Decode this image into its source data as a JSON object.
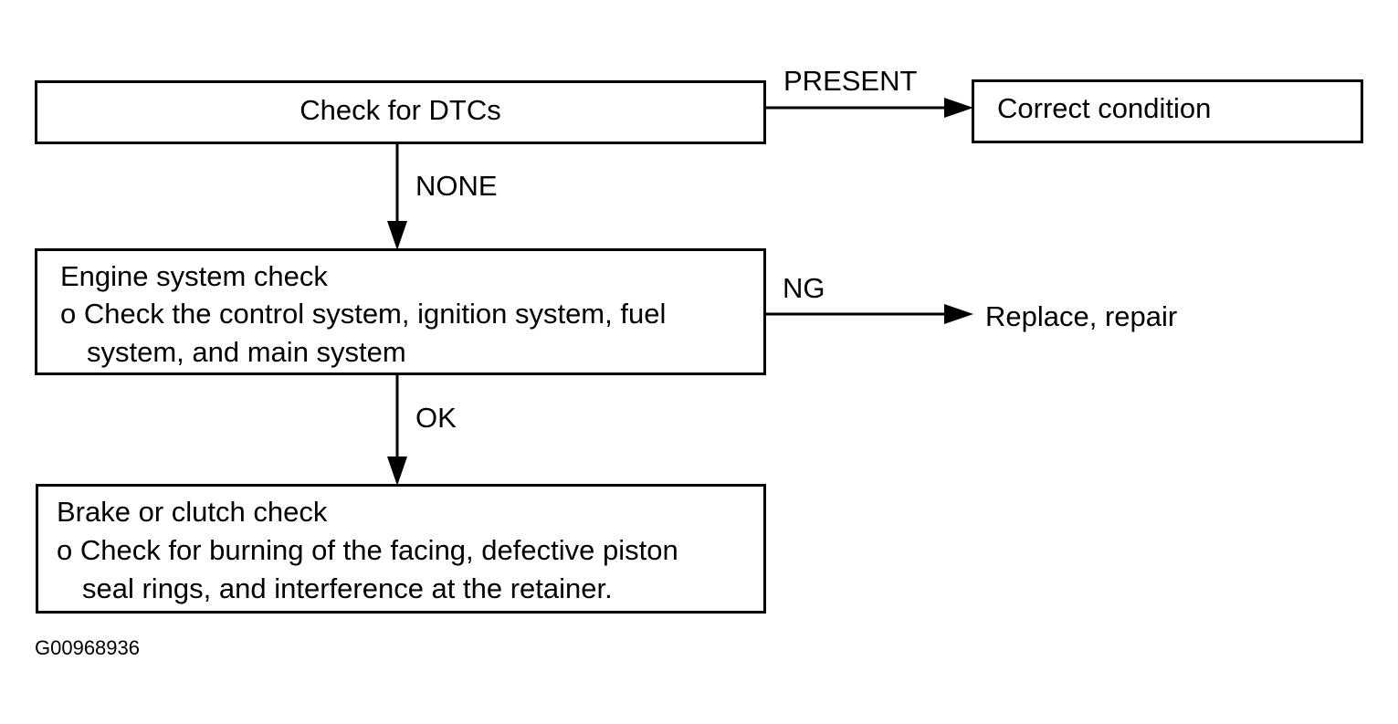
{
  "nodes": {
    "check_dtcs": {
      "text": "Check for DTCs"
    },
    "correct_condition": {
      "text": "Correct condition"
    },
    "engine_check": {
      "title": "Engine system check",
      "line1": "o Check the control system, ignition system, fuel",
      "line2": "system, and main system"
    },
    "replace_repair": {
      "text": "Replace, repair"
    },
    "brake_check": {
      "title": "Brake or clutch check",
      "line1": "o Check for burning of the facing, defective piston",
      "line2": "seal rings, and interference at the retainer."
    }
  },
  "edges": {
    "present": "PRESENT",
    "none": "NONE",
    "ng": "NG",
    "ok": "OK"
  },
  "figure_id": "G00968936"
}
